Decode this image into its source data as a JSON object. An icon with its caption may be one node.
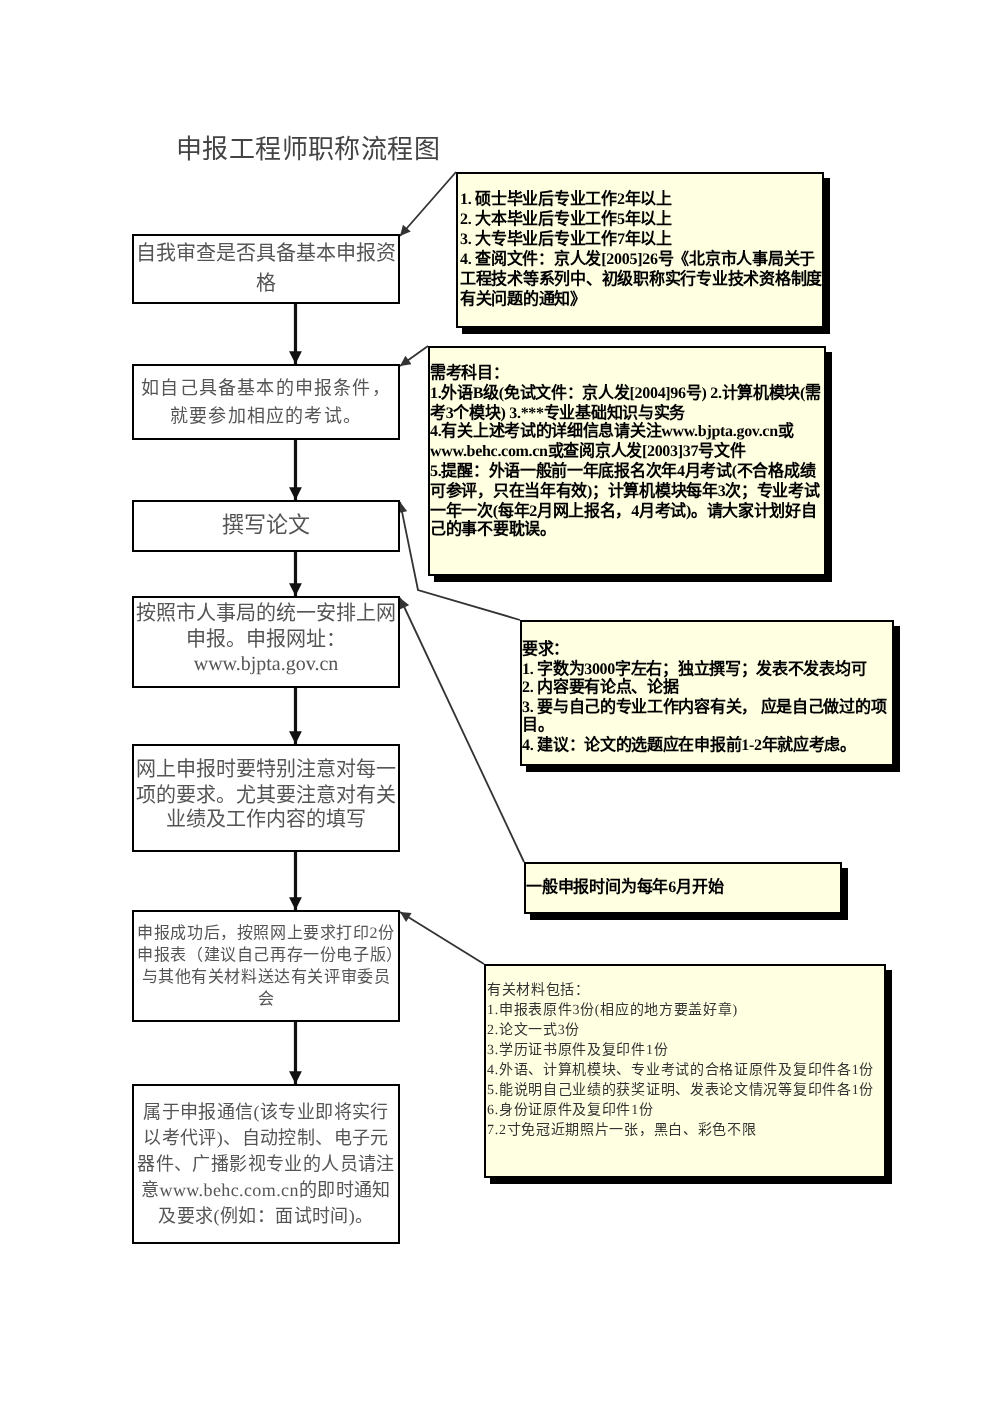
{
  "diagram": {
    "title": "申报工程师职称流程图",
    "nodes": [
      {
        "text": [
          "自我审查是否具备基本申报资格"
        ]
      },
      {
        "text": [
          "如自己具备基本的申报条件，就要参加相应的考试。"
        ]
      },
      {
        "text": [
          "撰写论文"
        ]
      },
      {
        "text": [
          "按照市人事局的统一安排上网申报。申报网址：www.bjpta.gov.cn"
        ]
      },
      {
        "text": [
          "网上申报时要特别注意对每一项的要求。尤其要注意对有关业绩及工作内容的填写"
        ]
      },
      {
        "text": [
          "申报成功后，按照网上要求打印2份申报表（建议自己再存一份电子版）与其他有关材料送达有关评审委员会"
        ]
      },
      {
        "text": [
          "属于申报通信(该专业即将实行以考代评)、自动控制、电子元器件、广播影视专业的人员请注意www.behc.com.cn的即时通知及要求(例如：面试时间)。"
        ]
      },
      {
        "text": [
          "1. 硕士毕业后专业工作2年以上",
          "2. 大本毕业后专业工作5年以上",
          "3. 大专毕业后专业工作7年以上",
          "4. 查阅文件：京人发[2005]26号《北京市人事局关于工程技术等系列中、初级职称实行专业技术资格制度有关问题的通知》"
        ]
      },
      {
        "text": [
          "需考科目：",
          "1.外语B级(免试文件：京人发[2004]96号) 2.计算机模块(需考3个模块) 3.***专业基础知识与实务",
          "4.有关上述考试的详细信息请关注www.bjpta.gov.cn或www.behc.com.cn或查阅京人发[2003]37号文件",
          "5.提醒：外语一般前一年底报名次年4月考试(不合格成绩可参评，只在当年有效)；计算机模块每年3次；专业考试一年一次(每年2月网上报名，4月考试)。请大家计划好自己的事不要耽误。"
        ]
      },
      {
        "text": [
          "要求：",
          "1. 字数为3000字左右；独立撰写；发表不发表均可",
          "2. 内容要有论点、论据",
          "3. 要与自己的专业工作内容有关， 应是自己做过的项目。",
          "4. 建议：论文的选题应在申报前1-2年就应考虑。"
        ]
      },
      {
        "text": [
          "一般申报时间为每年6月开始"
        ]
      },
      {
        "text": [
          "有关材料包括：",
          "1.申报表原件3份(相应的地方要盖好章)",
          "2.论文一式3份",
          "3.学历证书原件及复印件1份",
          "4.外语、计算机模块、专业考试的合格证原件及复印件各1份",
          "5.能说明自己业绩的获奖证明、发表论文情况等复印件各1份",
          "6.身份证原件及复印件1份",
          "7.2寸免冠近期照片一张，黑白、彩色不限"
        ]
      }
    ],
    "edges": [
      {
        "from": 0,
        "to": 1,
        "arrow": "to"
      },
      {
        "from": 1,
        "to": 2,
        "arrow": "to"
      },
      {
        "from": 2,
        "to": 3,
        "arrow": "to"
      },
      {
        "from": 3,
        "to": 4,
        "arrow": "to"
      },
      {
        "from": 4,
        "to": 5,
        "arrow": "to"
      },
      {
        "from": 5,
        "to": 6,
        "arrow": "to"
      },
      {
        "from": 7,
        "to": 0,
        "arrow": "to"
      },
      {
        "from": 8,
        "to": 1,
        "arrow": "to"
      },
      {
        "from": 9,
        "to": 2,
        "arrow": "to"
      },
      {
        "from": 10,
        "to": 3,
        "arrow": "to"
      },
      {
        "from": 11,
        "to": 5,
        "arrow": "to"
      }
    ]
  }
}
